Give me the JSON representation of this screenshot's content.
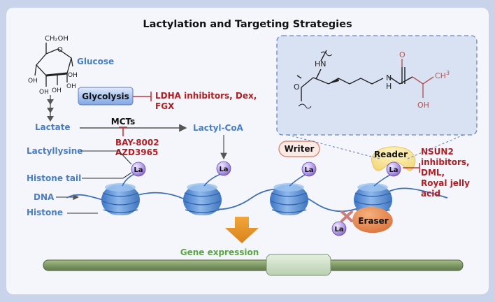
{
  "title": "Lactylation and Targeting Strategies",
  "labels": {
    "glucose": "Glucose",
    "glycolysis": "Glycolysis",
    "lactate": "Lactate",
    "mcts": "MCTs",
    "lactyl_coa": "Lactyl-CoA",
    "lactyllysine": "Lactyllysine",
    "histone_tail": "Histone tail",
    "dna": "DNA",
    "histone": "Histone",
    "writer": "Writer",
    "reader": "Reader",
    "eraser": "Eraser",
    "gene_expression": "Gene expression",
    "la": "La"
  },
  "inhibitors": {
    "glycolysis": [
      "LDHA inhibitors, Dex,",
      "FGX"
    ],
    "mct": [
      "BAY-8002",
      "AZD3965"
    ],
    "reader": [
      "NSUN2",
      "inhibitors,",
      "DML,",
      "Royal jelly",
      "acid"
    ]
  },
  "glucose_structure": {
    "ch2oh": "CH₂OH",
    "ring_o": "O",
    "oh": "OH"
  },
  "lactyl_structure": {
    "nh": "HN",
    "n": "N",
    "h": "H",
    "o": "O",
    "ch3": "CH",
    "ch3_sub": "3",
    "oh": "OH"
  },
  "colors": {
    "frame": "#c9d3ea",
    "panel": "#f4f6fb",
    "blue_text": "#4a7ec4",
    "red_text": "#b01f24",
    "green_text": "#5aa544",
    "la_purple": "#8e6fc9"
  }
}
